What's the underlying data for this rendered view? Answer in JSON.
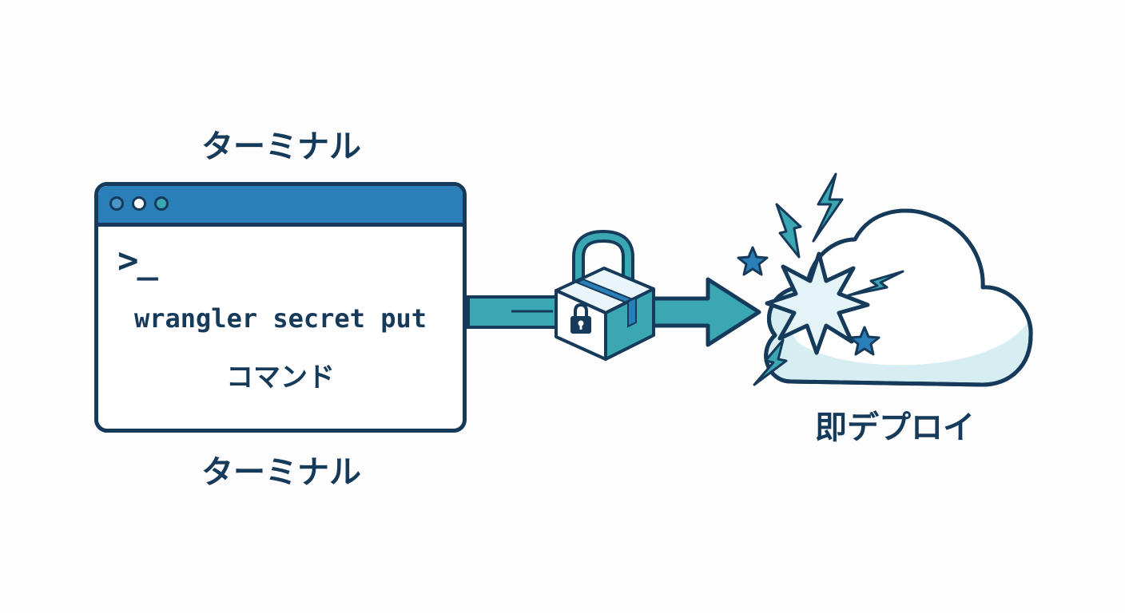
{
  "labels": {
    "terminal_top": "ターミナル",
    "terminal_bottom": "ターミナル",
    "deploy": "即デプロイ"
  },
  "terminal": {
    "prompt": ">_",
    "command": "wrangler secret put",
    "command_sub": "コマンド"
  },
  "icons": {
    "window_dots": [
      "window-dot-icon",
      "window-dot-icon",
      "window-dot-icon"
    ],
    "arrow": "right-arrow-icon",
    "package": "locked-package-icon",
    "padlock": "padlock-icon",
    "cloud": "cloud-icon",
    "burst": "starburst-icon",
    "lightning": "lightning-bolt-icon",
    "star": "star-icon"
  },
  "colors": {
    "outline": "#163a5a",
    "titlebar": "#2b7fb8",
    "teal": "#3aa7b3",
    "cloud_fill": "#d6eef2",
    "background": "#fdfdfd"
  }
}
